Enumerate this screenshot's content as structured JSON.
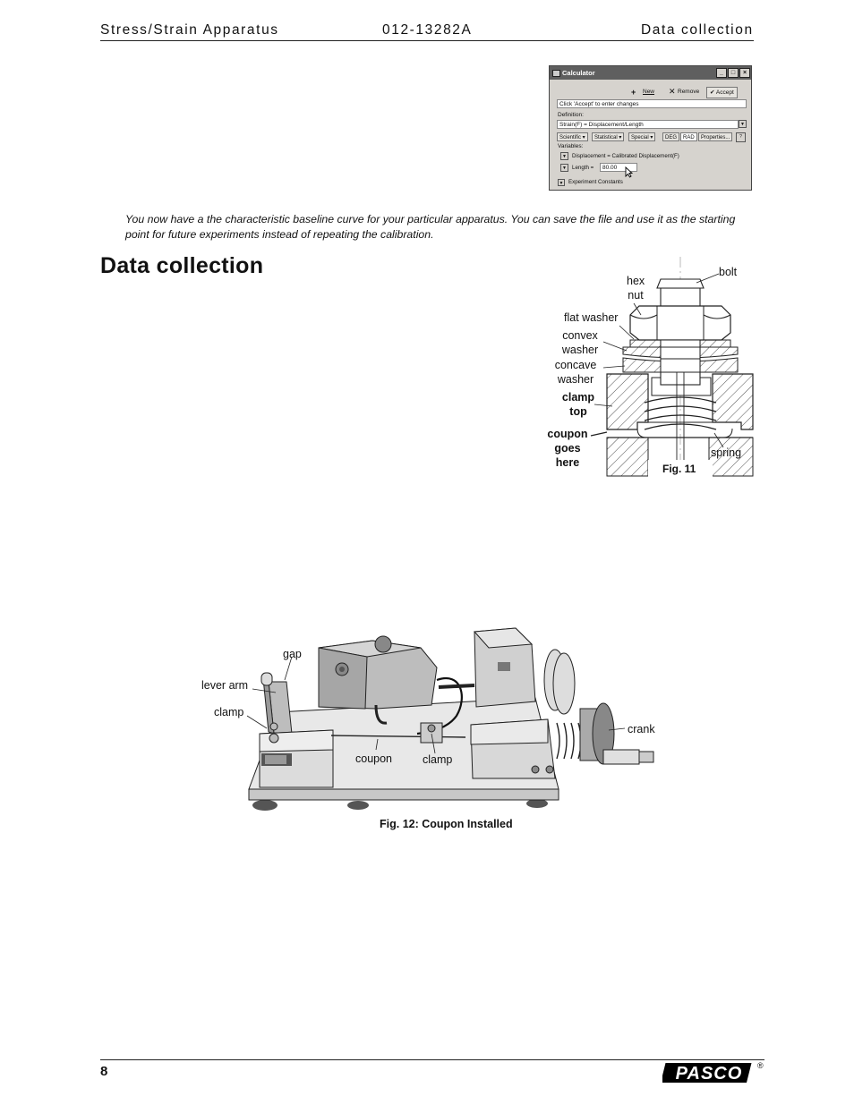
{
  "header": {
    "left": "Stress/Strain Apparatus",
    "center": "012-13282A",
    "right": "Data collection"
  },
  "calculator": {
    "title": "Calculator",
    "buttons": {
      "new": "New",
      "remove": "Remove",
      "accept": "Accept"
    },
    "instruction": "Click 'Accept' to enter changes",
    "definition_label": "Definition:",
    "definition_value": "Strain(F) = Displacement/Length",
    "toolbar": [
      "Scientific",
      "Statistical",
      "Special",
      "DEG",
      "RAD",
      "Properties..."
    ],
    "variables_label": "Variables:",
    "variable_1": "Displacement = Calibrated Displacement(F)",
    "variable_2_label": "Length =",
    "variable_2_value": "80.00",
    "constants_label": "Experiment Constants"
  },
  "intro_paragraph": "You now have a the characteristic baseline curve for your particular apparatus. You can save the file and use it as the starting point for future experiments instead of repeating the calibration.",
  "section_title": "Data collection",
  "figure11": {
    "labels": {
      "bolt": "bolt",
      "hex_nut_line1": "hex",
      "hex_nut_line2": "nut",
      "flat_washer": "flat washer",
      "convex_line1": "convex",
      "convex_line2": "washer",
      "concave_line1": "concave",
      "concave_line2": "washer",
      "clamp_line1": "clamp",
      "clamp_line2": "top",
      "coupon_line1": "coupon",
      "coupon_line2": "goes",
      "coupon_line3": "here",
      "spring": "spring"
    },
    "caption": "Fig. 11"
  },
  "figure12": {
    "labels": {
      "gap": "gap",
      "lever_arm": "lever arm",
      "clamp_left": "clamp",
      "coupon": "coupon",
      "clamp_center": "clamp",
      "crank": "crank"
    },
    "caption": "Fig. 12: Coupon Installed"
  },
  "footer": {
    "page_number": "8",
    "logo_text": "PASCO",
    "registered_mark": "®"
  }
}
